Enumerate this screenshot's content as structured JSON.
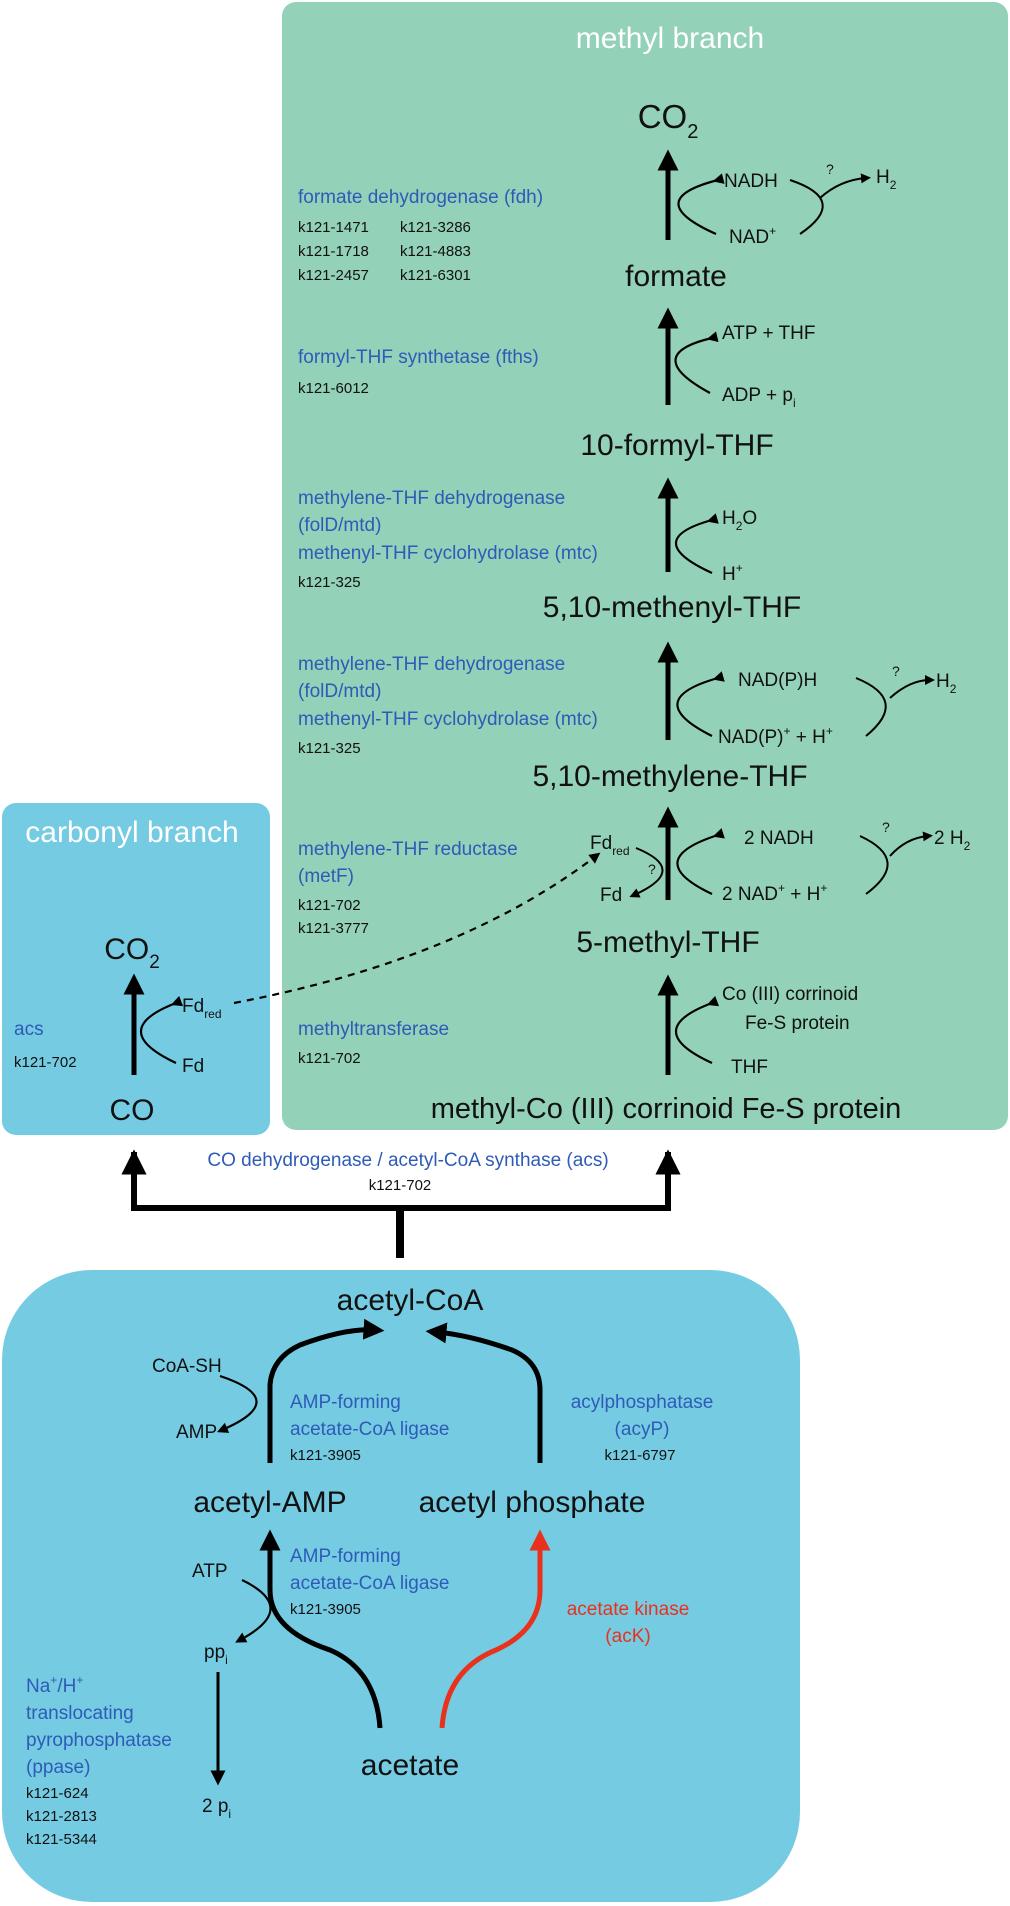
{
  "colors": {
    "methyl_bg": "#93d1b8",
    "carbonyl_bg": "#75cbe2",
    "acetyl_bg": "#75cbe2",
    "enzyme_text": "#2e5bb8",
    "red_path": "#e8321e",
    "arrow": "#000000"
  },
  "branches": {
    "methyl": "methyl branch",
    "carbonyl": "carbonyl branch"
  },
  "methyl": {
    "co2": "CO",
    "co2_sub": "2",
    "formate": "formate",
    "formyl_thf": "10-formyl-THF",
    "methenyl_thf": "5,10-methenyl-THF",
    "methylene_thf": "5,10-methylene-THF",
    "methyl_thf": "5-methyl-THF",
    "methyl_co": "methyl-Co (III) corrinoid Fe-S protein",
    "fdh": {
      "name": "formate dehydrogenase (fdh)",
      "genes": [
        "k121-1471",
        "k121-3286",
        "k121-1718",
        "k121-4883",
        "k121-2457",
        "k121-6301"
      ],
      "side_in": "NAD",
      "side_in_sup": "+",
      "side_out": "NADH",
      "q": "?",
      "h2": "H",
      "h2_sub": "2"
    },
    "fths": {
      "name": "formyl-THF synthetase (fths)",
      "gene": "k121-6012",
      "side_top": "ATP + THF",
      "side_bottom": "ADP + p",
      "side_bottom_sub": "i"
    },
    "mtd1": {
      "name1": "methylene-THF dehydrogenase",
      "name2": "(folD/mtd)",
      "name3": "methenyl-THF cyclohydrolase (mtc)",
      "gene": "k121-325",
      "side_top": "H",
      "side_top_sub": "2",
      "side_top_tail": "O",
      "side_bottom": "H",
      "side_bottom_sup": "+"
    },
    "mtd2": {
      "name1": "methylene-THF dehydrogenase",
      "name2": "(folD/mtd)",
      "name3": "methenyl-THF cyclohydrolase (mtc)",
      "gene": "k121-325",
      "side_top": "NAD(P)H",
      "side_bottom_a": "NAD(P)",
      "side_bottom_sup": "+",
      "side_bottom_b": " + H",
      "side_bottom_sup2": "+",
      "q": "?",
      "h2": "H",
      "h2_sub": "2"
    },
    "metf": {
      "name1": "methylene-THF reductase",
      "name2": "(metF)",
      "genes": [
        "k121-702",
        "k121-3777"
      ],
      "fd_red": "Fd",
      "fd_red_sub": "red",
      "fd": "Fd",
      "q1": "?",
      "side_top": "2 NADH",
      "side_bottom_a": "2 NAD",
      "side_bottom_sup": "+",
      "side_bottom_b": " + H",
      "side_bottom_sup2": "+",
      "q2": "?",
      "h2": "2 H",
      "h2_sub": "2"
    },
    "mt": {
      "name": "methyltransferase",
      "gene": "k121-702",
      "side_top1": "Co (III) corrinoid",
      "side_top2": "Fe-S protein",
      "side_bottom": "THF"
    }
  },
  "carbonyl": {
    "co2": "CO",
    "co2_sub": "2",
    "co": "CO",
    "enzyme": "acs",
    "gene": "k121-702",
    "fd_red": "Fd",
    "fd_red_sub": "red",
    "fd": "Fd"
  },
  "acs_main": {
    "name": "CO dehydrogenase / acetyl-CoA synthase (acs)",
    "gene": "k121-702"
  },
  "acetyl": {
    "acetyl_coa": "acetyl-CoA",
    "acetyl_amp": "acetyl-AMP",
    "acetyl_phosphate": "acetyl phosphate",
    "acetate": "acetate",
    "coa_sh": "CoA-SH",
    "amp": "AMP",
    "atp": "ATP",
    "pp": "pp",
    "pp_sub": "i",
    "two_p": "2 p",
    "two_p_sub": "i",
    "amp_ligase_top": {
      "name1": "AMP-forming",
      "name2": "acetate-CoA ligase",
      "gene": "k121-3905"
    },
    "amp_ligase_bottom": {
      "name1": "AMP-forming",
      "name2": "acetate-CoA ligase",
      "gene": "k121-3905"
    },
    "acyp": {
      "name1": "acylphosphatase",
      "name2": "(acyP)",
      "gene": "k121-6797"
    },
    "ack": {
      "name1": "acetate kinase",
      "name2": "(acK)"
    },
    "ppase": {
      "name1a": "Na",
      "name1_sup1": "+",
      "name1b": "/H",
      "name1_sup2": "+",
      "name2": "translocating",
      "name3": "pyrophosphatase",
      "name4": "(ppase)",
      "genes": [
        "k121-624",
        "k121-2813",
        "k121-5344"
      ]
    }
  }
}
